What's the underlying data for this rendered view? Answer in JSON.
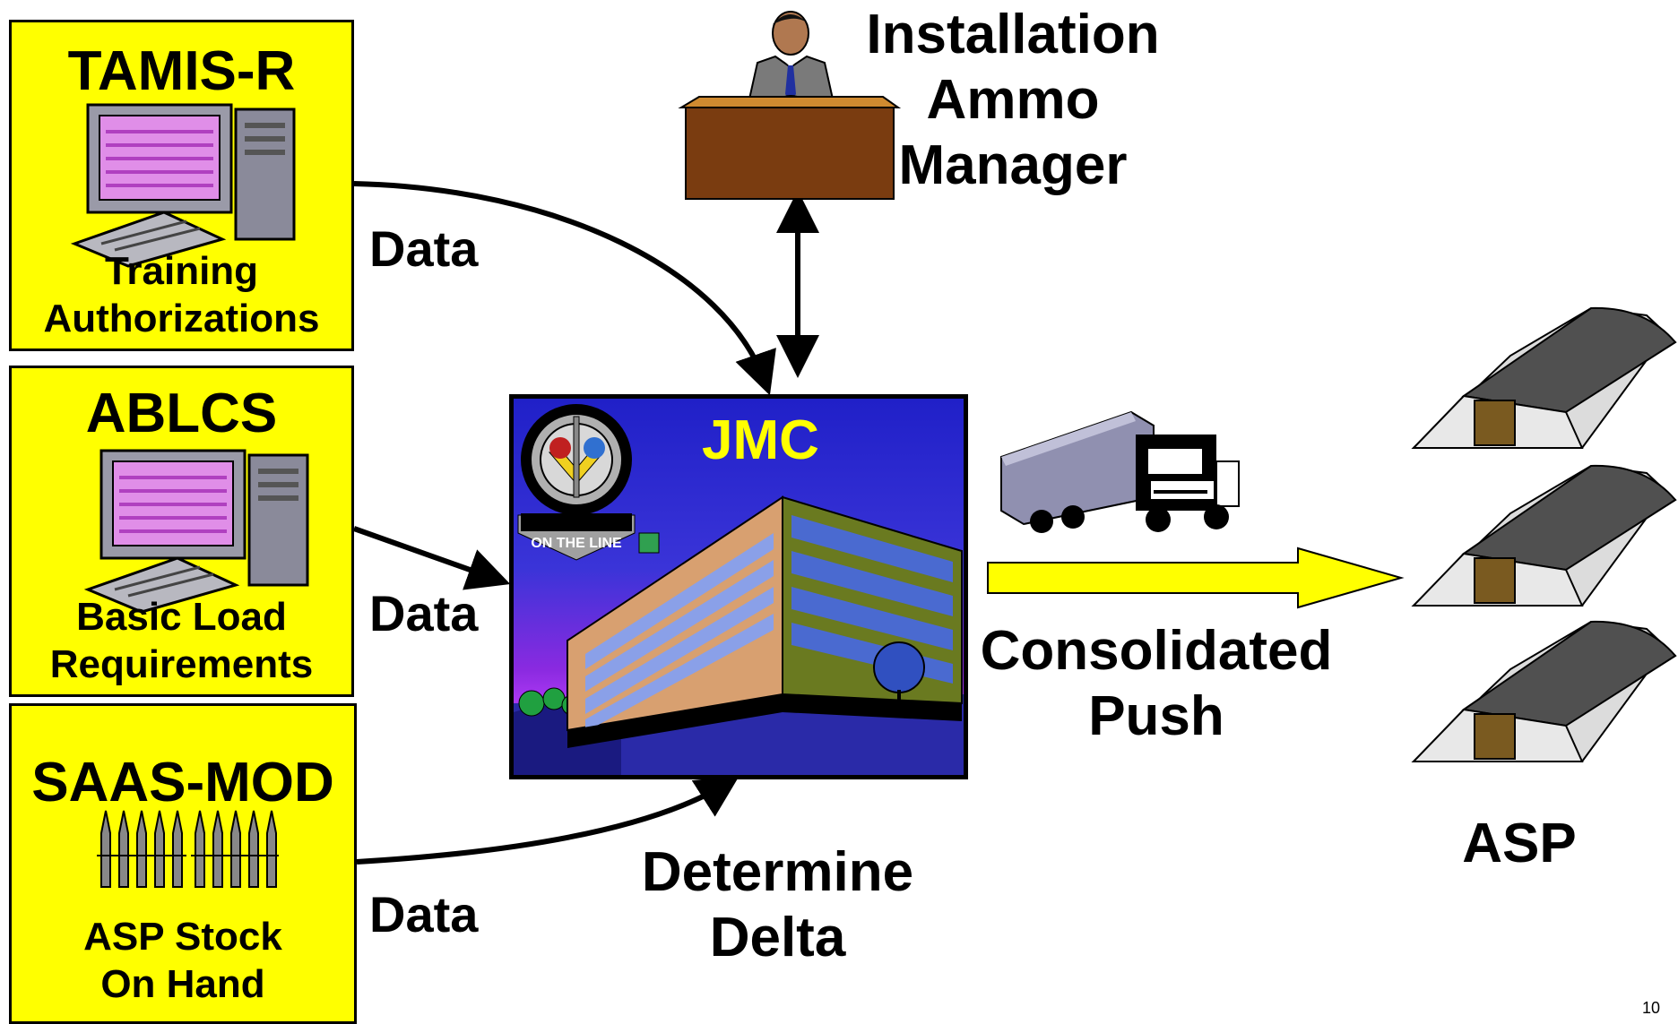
{
  "sources": [
    {
      "title": "TAMIS-R",
      "caption_line1": "Training",
      "caption_line2": "Authorizations",
      "icon": "computer-icon"
    },
    {
      "title": "ABLCS",
      "caption_line1": "Basic Load",
      "caption_line2": "Requirements",
      "icon": "computer-icon"
    },
    {
      "title": "SAAS-MOD",
      "caption_line1": "ASP Stock",
      "caption_line2": "On Hand",
      "icon": "ammunition-icon"
    }
  ],
  "flows": {
    "data_label": "Data",
    "consolidated_line1": "Consolidated",
    "consolidated_line2": "Push",
    "determine_line1": "Determine",
    "determine_line2": "Delta"
  },
  "manager": {
    "line1": "Installation",
    "line2": "Ammo",
    "line3": "Manager"
  },
  "center": {
    "title": "JMC",
    "seal_text": "ON THE LINE"
  },
  "destination": {
    "label": "ASP"
  },
  "page_number": "10",
  "colors": {
    "box_fill": "#ffff00",
    "jmc_text": "#ffff00",
    "arrow_fill": "#ffff00"
  }
}
